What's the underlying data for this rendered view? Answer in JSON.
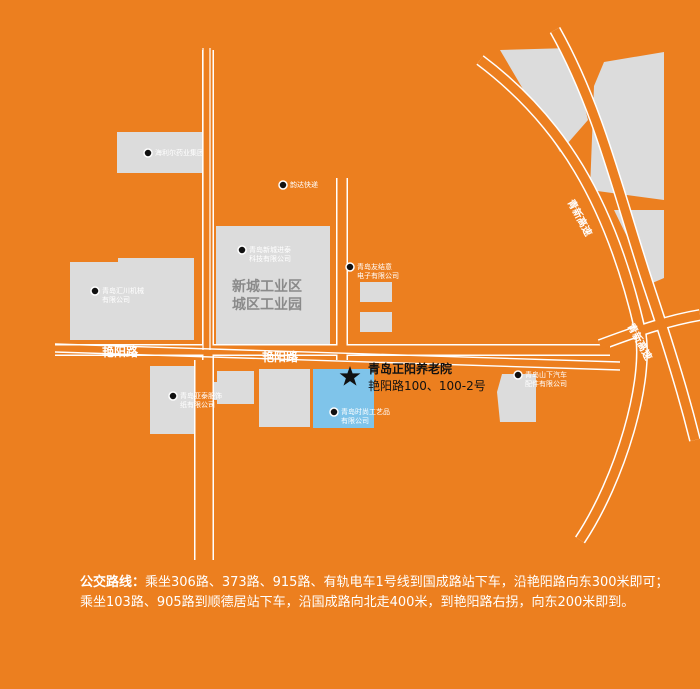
{
  "colors": {
    "background": "#ec7f1f",
    "road_fill": "#ec7f1f",
    "road_edge": "#ffffff",
    "block": "#dcdcdc",
    "destination_block": "#7fc4ea",
    "marker_star": "#111111"
  },
  "map": {
    "roads": {
      "yanyang_west": "艳阳路",
      "yanyang_east": "艳阳路",
      "qingxin_north": "青新高速",
      "qingxin_south": "青新高速"
    },
    "zone": {
      "text": "新城工业区\n城区工业园"
    },
    "pois": [
      {
        "name": "海利尔药业集团",
        "icon": "poi-dot-icon"
      },
      {
        "name": "韵达快递",
        "icon": "poi-dot-icon"
      },
      {
        "name": "青岛新城进泰\n科技有限公司",
        "icon": "poi-dot-icon"
      },
      {
        "name": "青岛友结意\n电子有限公司",
        "icon": "poi-dot-icon"
      },
      {
        "name": "青岛汇川机械\n有限公司",
        "icon": "poi-dot-icon"
      },
      {
        "name": "青岛亚泰服饰\n纸有限公司",
        "icon": "poi-dot-icon"
      },
      {
        "name": "青岛时尚工艺品\n有限公司",
        "icon": "poi-dot-icon"
      },
      {
        "name": "青岛山下汽车\n配件有限公司",
        "icon": "poi-dot-icon"
      }
    ],
    "destination": {
      "name": "青岛正阳养老院",
      "address": "艳阳路100、100-2号",
      "icon": "star-icon"
    }
  },
  "route": {
    "title": "公交路线：",
    "text": "乘坐306路、373路、915路、有轨电车1号线到国成路站下车，沿艳阳路向东300米即可；乘坐103路、905路到顺德居站下车，沿国成路向北走400米，到艳阳路右拐，向东200米即到。"
  }
}
